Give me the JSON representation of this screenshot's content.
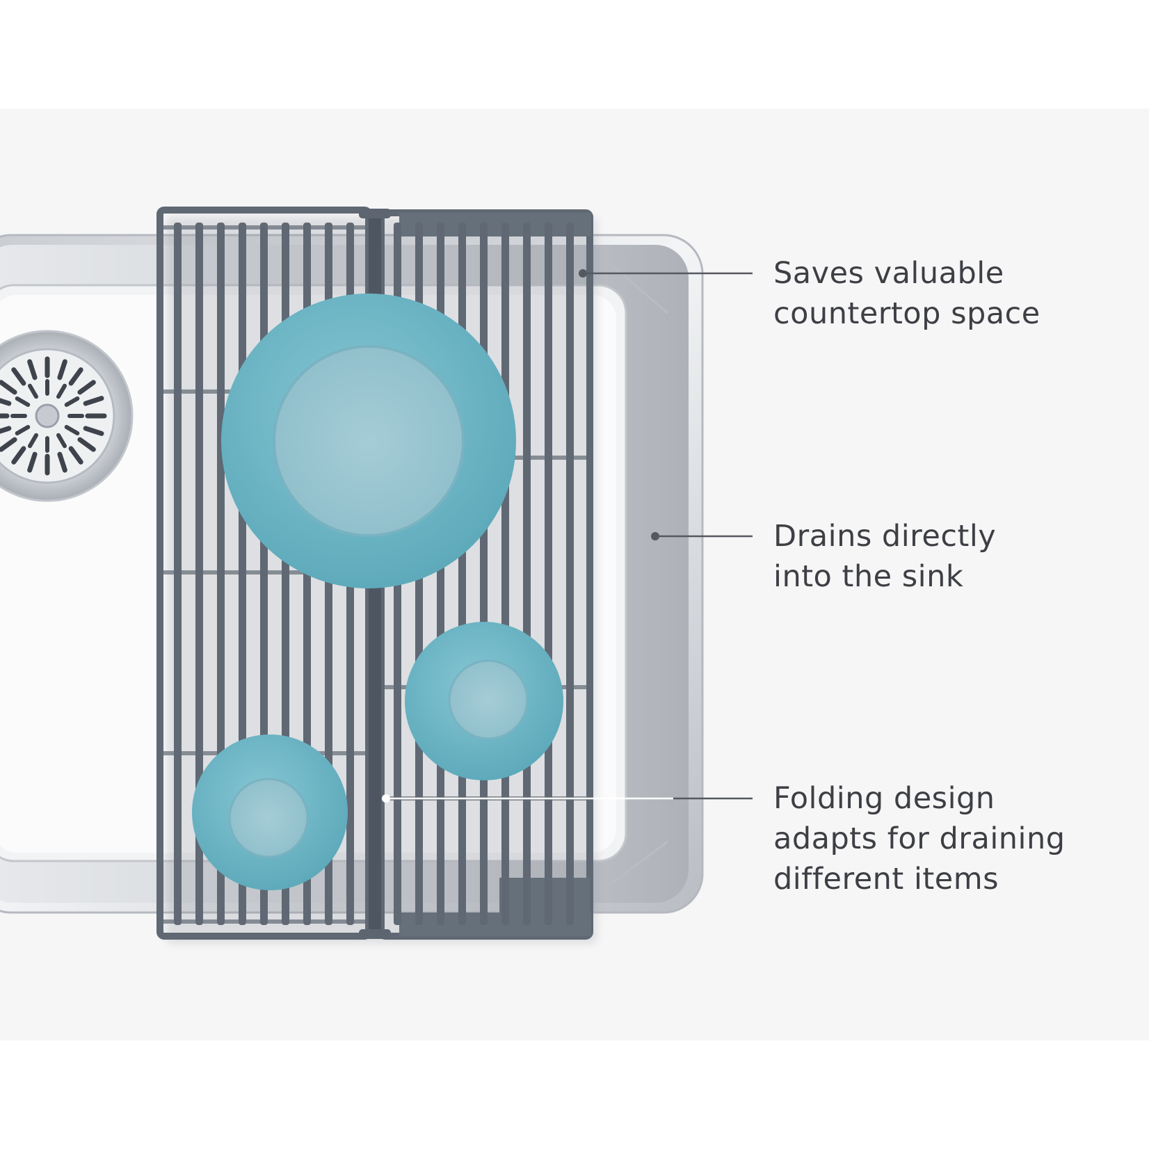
{
  "callouts": [
    {
      "lines": [
        "Saves valuable",
        "countertop space"
      ]
    },
    {
      "lines": [
        "Drains directly",
        "into the sink"
      ]
    },
    {
      "lines": [
        "Folding design",
        "adapts for draining",
        "different items"
      ]
    }
  ],
  "colors": {
    "page_background": "#ffffff",
    "counter_background": "#f6f6f7",
    "rack_gray": "#5f6873",
    "dish_teal": "#6cb6c6",
    "dish_center": "#9bc7d2",
    "text": "#3d3f44",
    "leader_line": "#55585e"
  }
}
